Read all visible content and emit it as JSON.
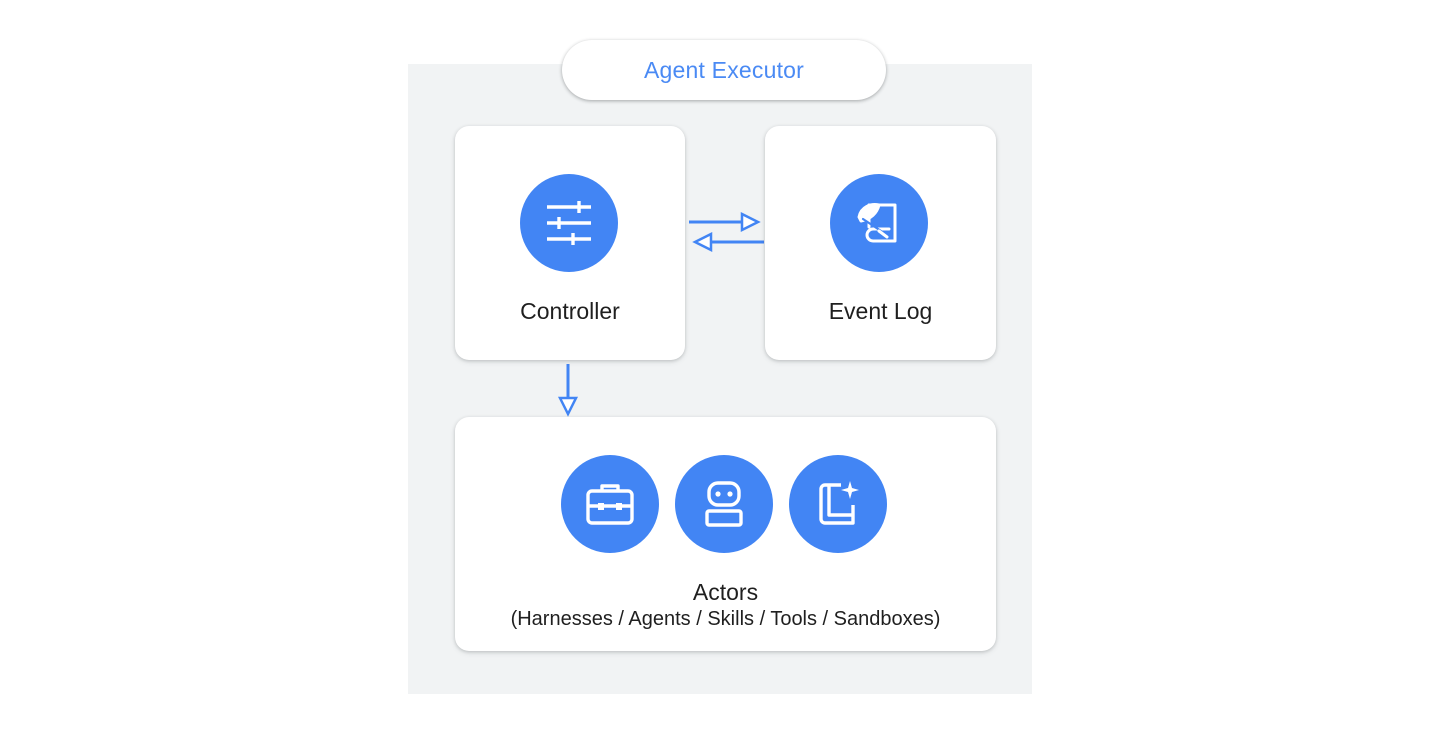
{
  "title": "Agent Executor",
  "colors": {
    "accent": "#4285f4",
    "title_text": "#4a8af4",
    "panel_bg": "#f1f3f4",
    "card_bg": "#ffffff",
    "label_text": "#1f1f1f"
  },
  "nodes": {
    "controller": {
      "label": "Controller",
      "icon": "tune-sliders-icon"
    },
    "event_log": {
      "label": "Event Log",
      "icon": "scroll-quill-icon"
    },
    "actors": {
      "label": "Actors",
      "sublabel": "(Harnesses / Agents / Skills / Tools / Sandboxes)",
      "icons": [
        "toolbox-icon",
        "robot-icon",
        "book-sparkle-icon"
      ]
    }
  },
  "edges": [
    {
      "from": "Controller",
      "to": "Event Log"
    },
    {
      "from": "Event Log",
      "to": "Controller"
    },
    {
      "from": "Controller",
      "to": "Actors"
    }
  ]
}
